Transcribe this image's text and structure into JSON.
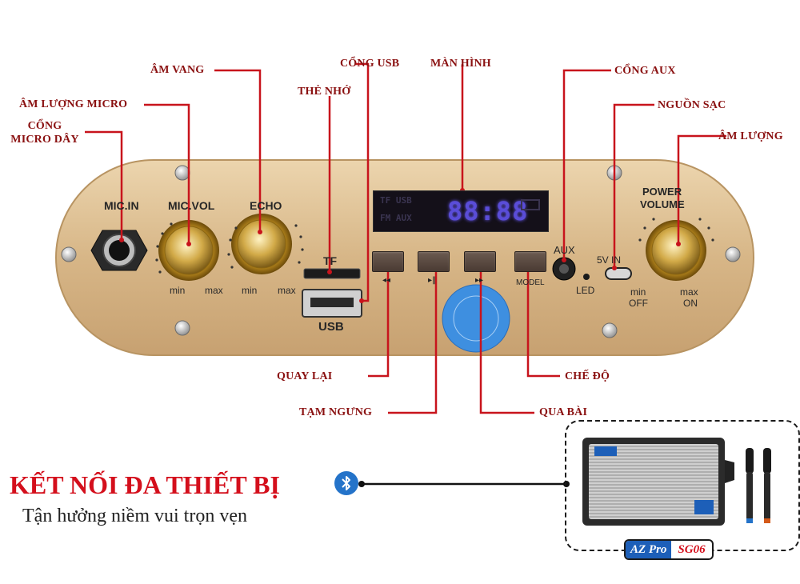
{
  "callouts": {
    "echo": "ÂM VANG",
    "mic_volume": "ÂM LƯỢNG MICRO",
    "wired_mic_port_line1": "CỔNG",
    "wired_mic_port_line2": "MICRO DÂY",
    "usb_port": "CỔNG USB",
    "memory_card": "THẺ NHỚ",
    "screen": "MÀN HÌNH",
    "aux_port": "CỔNG AUX",
    "charging": "NGUỒN SẠC",
    "volume": "ÂM LƯỢNG",
    "previous": "QUAY LẠI",
    "pause": "TẠM NGƯNG",
    "next": "QUA BÀI",
    "mode": "CHẾ ĐỘ"
  },
  "panel": {
    "mic_in": "MIC.IN",
    "mic_vol": "MIC.VOL",
    "echo": "ECHO",
    "tf": "TF",
    "usb": "USB",
    "aux": "AUX",
    "led": "LED",
    "charge_in": "5V IN",
    "power_line1": "POWER",
    "power_line2": "VOLUME",
    "min": "min",
    "max": "max",
    "off": "OFF",
    "on": "ON",
    "model": "MODEL",
    "display_line1": "TF USB",
    "display_line2": "FM AUX",
    "display_digits": "88:88"
  },
  "promo": {
    "headline": "KẾT NỐI ĐA THIẾT BỊ",
    "subline": "Tận hưởng niềm vui trọn vẹn"
  },
  "product": {
    "brand": "AZ Pro",
    "model": "SG06"
  },
  "colors": {
    "callout_text": "#8a1010",
    "leader_line": "#c8141c",
    "headline": "#d40f1c",
    "bluetooth_badge": "#2473c9",
    "panel_gold": "#d9b98a"
  },
  "icons": [
    "bluetooth-icon",
    "previous-icon",
    "play-pause-icon",
    "next-icon",
    "screw-icon"
  ]
}
